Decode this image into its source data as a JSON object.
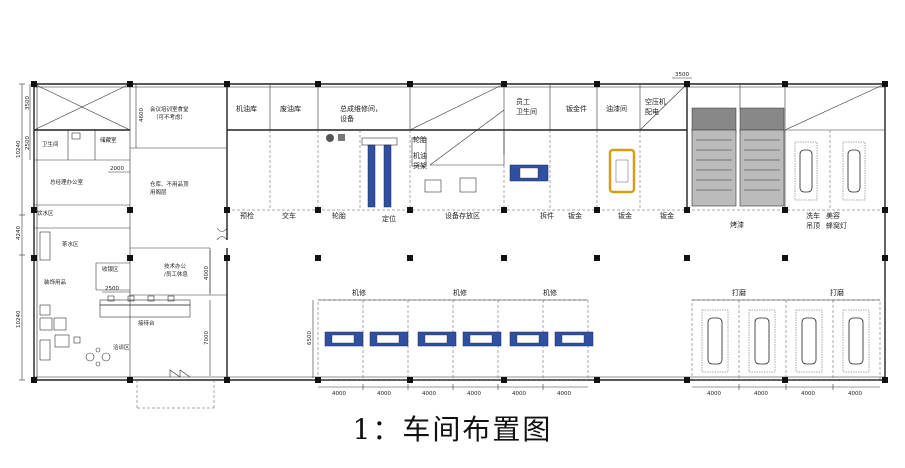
{
  "caption": "1：车间布置图",
  "rooms": {
    "meeting": [
      "会议培训室食堂",
      "（可不考虑）"
    ],
    "oil_store": "机油库",
    "waste_oil": "废油库",
    "assembly": [
      "总成维修间，",
      "设备"
    ],
    "staff_wc": [
      "员工",
      "卫生间"
    ],
    "sheet_metal_part": "钣金件",
    "paint_room": "油漆间",
    "compressor": [
      "空压机",
      "配电"
    ],
    "wc": "卫生间",
    "storage_room": "储藏室",
    "gm_office": "总经理办公室",
    "warehouse": [
      "仓库、不用品顶",
      "用阁层"
    ],
    "tea_label": "饮水区",
    "tea_area": "茶水区",
    "supplies": "装饰用品",
    "tech_office": [
      "技术办公",
      "/员工休息"
    ],
    "cashier": "收银区",
    "reception": "接待台",
    "lounge": "洽谈区",
    "tire_rack": [
      "轮胎",
      "机油",
      "货架"
    ]
  },
  "zones": {
    "precheck": "预检",
    "handover": "交车",
    "tire": "轮胎",
    "alignment": "定位",
    "equipment_storage": "设备存放区",
    "disassembly": "拆件",
    "sheet1": "钣金",
    "sheet2": "钣金",
    "sheet3": "钣金",
    "paint": "烤漆",
    "wash": [
      "洗车",
      "吊顶"
    ],
    "beauty": [
      "美容",
      "蜂窝灯"
    ],
    "mech1": "机修",
    "mech2": "机修",
    "mech3": "机修",
    "grind1": "打磨",
    "grind2": "打磨"
  },
  "dimensions": {
    "d3500_top": "3500",
    "d3500_left": "3500",
    "d2500_left": "2500",
    "d10240_top": "10240",
    "d4240": "4240",
    "d10240_bottom": "10240",
    "d4600": "4600",
    "d2000": "2000",
    "d4000_v": "4000",
    "d2500_mid": "2500",
    "d7000": "7000",
    "d6500": "6500",
    "bottom_mid": [
      "4000",
      "4000",
      "4000",
      "4000",
      "4000",
      "4000"
    ],
    "bottom_right": [
      "4000",
      "4000",
      "4000",
      "4000"
    ]
  }
}
